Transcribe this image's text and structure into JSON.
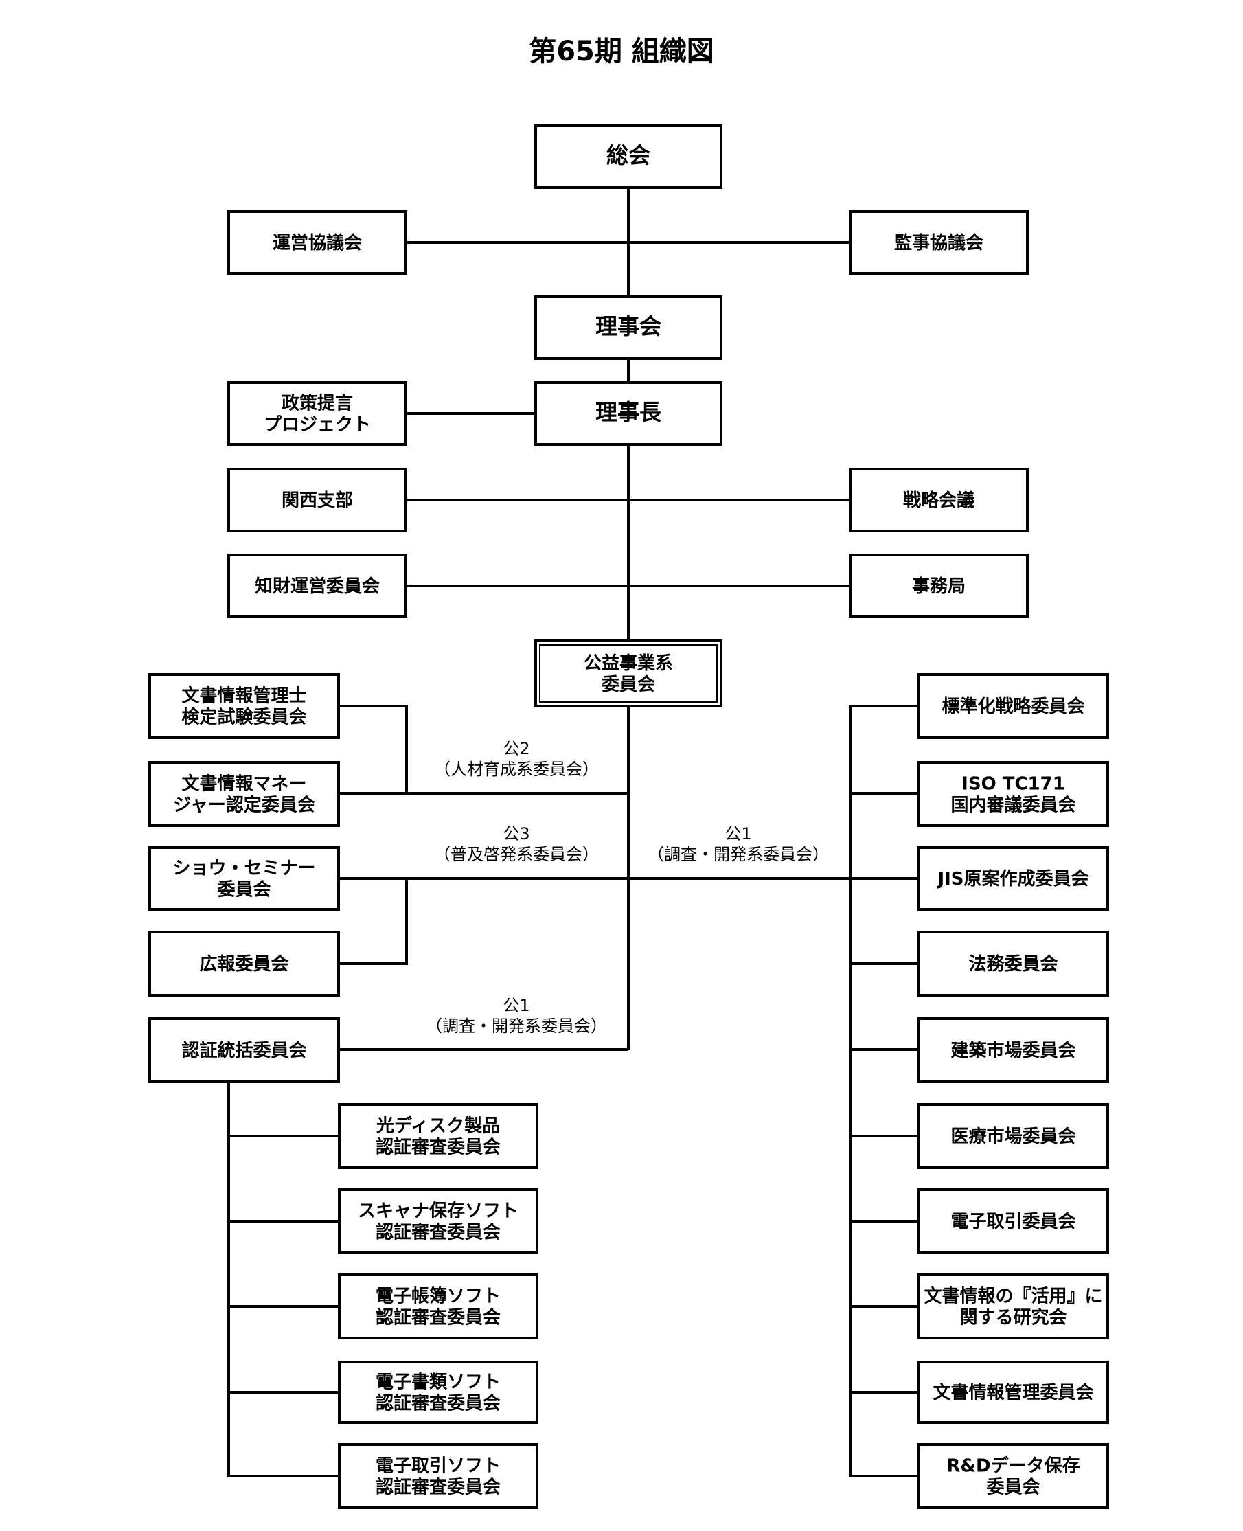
{
  "title": "第65期 組織図",
  "nodes": {
    "soukai": "総会",
    "unei_kyougikai": "運営協議会",
    "kanji_kyougikai": "監事協議会",
    "rijikai": "理事会",
    "rijichou": "理事長",
    "seisaku": [
      "政策提言",
      "プロジェクト"
    ],
    "kansai": "関西支部",
    "senryaku_kaigi": "戦略会議",
    "chizai": "知財運営委員会",
    "jimukyoku": "事務局",
    "koueki": [
      "公益事業系",
      "委員会"
    ],
    "kanrishi": [
      "文書情報管理士",
      "検定試験委員会"
    ],
    "manager": [
      "文書情報マネー",
      "ジャー認定委員会"
    ],
    "show_seminar": [
      "ショウ・セミナー",
      "委員会"
    ],
    "kouhou": "広報委員会",
    "ninshou_tokatsu": "認証統括委員会",
    "optical": [
      "光ディスク製品",
      "認証審査委員会"
    ],
    "scanner": [
      "スキャナ保存ソフト",
      "認証審査委員会"
    ],
    "chouhou": [
      "電子帳簿ソフト",
      "認証審査委員会"
    ],
    "shorui": [
      "電子書類ソフト",
      "認証審査委員会"
    ],
    "torihiki_soft": [
      "電子取引ソフト",
      "認証審査委員会"
    ],
    "hyoujunka": "標準化戦略委員会",
    "iso": [
      "ISO TC171",
      "国内審議委員会"
    ],
    "jis": "JIS原案作成委員会",
    "houmu": "法務委員会",
    "kenchiku": "建築市場委員会",
    "iryou": "医療市場委員会",
    "denshi_torihiki": "電子取引委員会",
    "katsuyou": [
      "文書情報の『活用』に",
      "関する研究会"
    ],
    "kanri": "文書情報管理委員会",
    "rd": [
      "R&Dデータ保存",
      "委員会"
    ]
  },
  "annotations": {
    "kou2": [
      "公2",
      "（人材育成系委員会）"
    ],
    "kou3": [
      "公3",
      "（普及啓発系委員会）"
    ],
    "kou1_right": [
      "公1",
      "（調査・開発系委員会）"
    ],
    "kou1_bottom": [
      "公1",
      "（調査・開発系委員会）"
    ]
  }
}
